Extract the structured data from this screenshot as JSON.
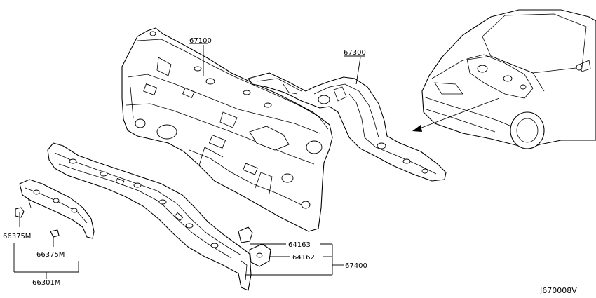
{
  "diagram": {
    "code": "J670008V",
    "parts": {
      "dash_panel": "67100",
      "upper_cowl": "67300",
      "bracket_upper": "64163",
      "bracket_lower": "64162",
      "cowl_assembly": "67400",
      "side_clip_1": "66375M",
      "side_clip_2": "66375M",
      "side_assembly": "66301M"
    }
  }
}
